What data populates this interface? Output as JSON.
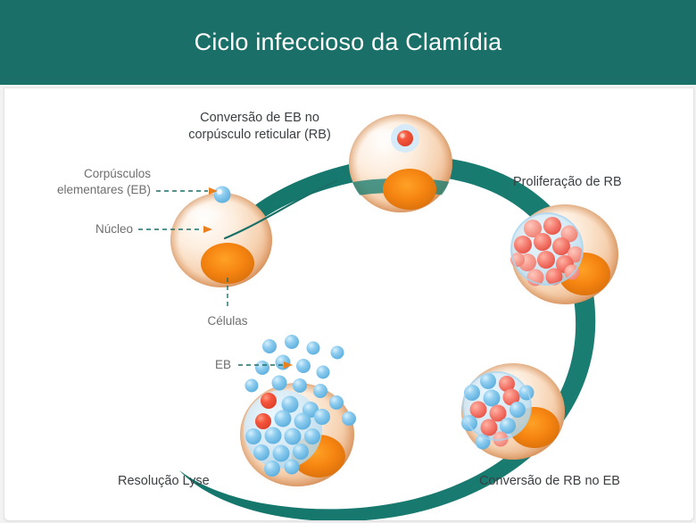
{
  "header": {
    "title": "Ciclo infeccioso da Clamídia"
  },
  "colors": {
    "header_teal": "#1a7068",
    "arc_teal": "#17736a",
    "label_dark": "#3b3f42",
    "label_gray": "#6e6e6e",
    "cell_membrane": "#eab086",
    "cell_fill": "#fbe3d0",
    "nucleus_orange": "#f07d14",
    "eb_blue": "#7ec8ee",
    "rb_red": "#f2634f",
    "vacuole_blue": "#bfe2f6",
    "card_bg": "#ffffff"
  },
  "diagram": {
    "stage_labels": [
      {
        "id": "conversao-eb-rb",
        "lines": [
          "Conversão de EB no",
          "corpúsculo reticular (RB)"
        ]
      },
      {
        "id": "proliferacao-rb",
        "lines": [
          "Proliferação de RB"
        ]
      },
      {
        "id": "conversao-rb-eb",
        "lines": [
          "Conversão de RB no EB"
        ]
      },
      {
        "id": "resolucao-lyse",
        "lines": [
          "Resolução Lyse"
        ]
      }
    ],
    "leader_labels": [
      {
        "id": "corpusculos-elementares",
        "lines": [
          "Corpúsculos",
          "elementares (EB)"
        ]
      },
      {
        "id": "nucleo",
        "lines": [
          "Núcleo"
        ]
      },
      {
        "id": "celulas",
        "lines": [
          "Células"
        ]
      },
      {
        "id": "eb",
        "lines": [
          "EB"
        ]
      }
    ],
    "cells": [
      {
        "id": "host-cell-entry",
        "stage": "EB attaches to host cell",
        "contents": "1 elementary body on membrane"
      },
      {
        "id": "cell-conversion-eb-rb",
        "stage": "EB converted to RB",
        "contents": "1 reticulate body"
      },
      {
        "id": "cell-proliferation",
        "stage": "RB multiply inside inclusion",
        "contents": "14 reticulate bodies"
      },
      {
        "id": "cell-conversion-rb-eb",
        "stage": "RB convert back to EB",
        "contents": "mixed RB and EB"
      },
      {
        "id": "cell-lysis",
        "stage": "Cell lyses releasing EB",
        "contents": "many elementary bodies released"
      }
    ],
    "cycle_direction": "clockwise"
  }
}
